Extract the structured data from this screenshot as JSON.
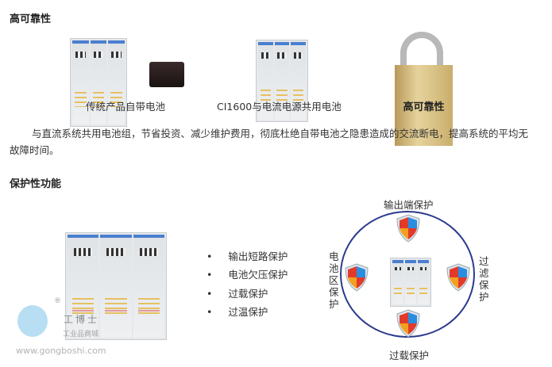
{
  "section1": {
    "heading": "高可靠性",
    "caption_left": "传统产品自带电池",
    "caption_right": "CI1600与电流电源共用电池",
    "lock_label": "高可靠性",
    "paragraph_line1": "与直流系统共用电池组，节省投资、减少维护费用，彻底杜绝自带电池之隐患造成的交流断电，提高系统的平均无",
    "paragraph_line2": "故障时间。"
  },
  "section2": {
    "heading": "保护性功能",
    "bullets": [
      "输出短路保护",
      "电池欠压保护",
      "过载保护",
      "过温保护"
    ],
    "diagram": {
      "top": "输出端保护",
      "bottom": "过载保护",
      "left": "电池区保护",
      "right": "过滤保护"
    }
  },
  "watermark": {
    "brand": "工博士",
    "sub": "工业品商城",
    "url": "www.gongboshi.com",
    "reg": "®"
  },
  "colors": {
    "ring": "#2b3a8c",
    "cabinet_top": "#4a7fd0"
  }
}
